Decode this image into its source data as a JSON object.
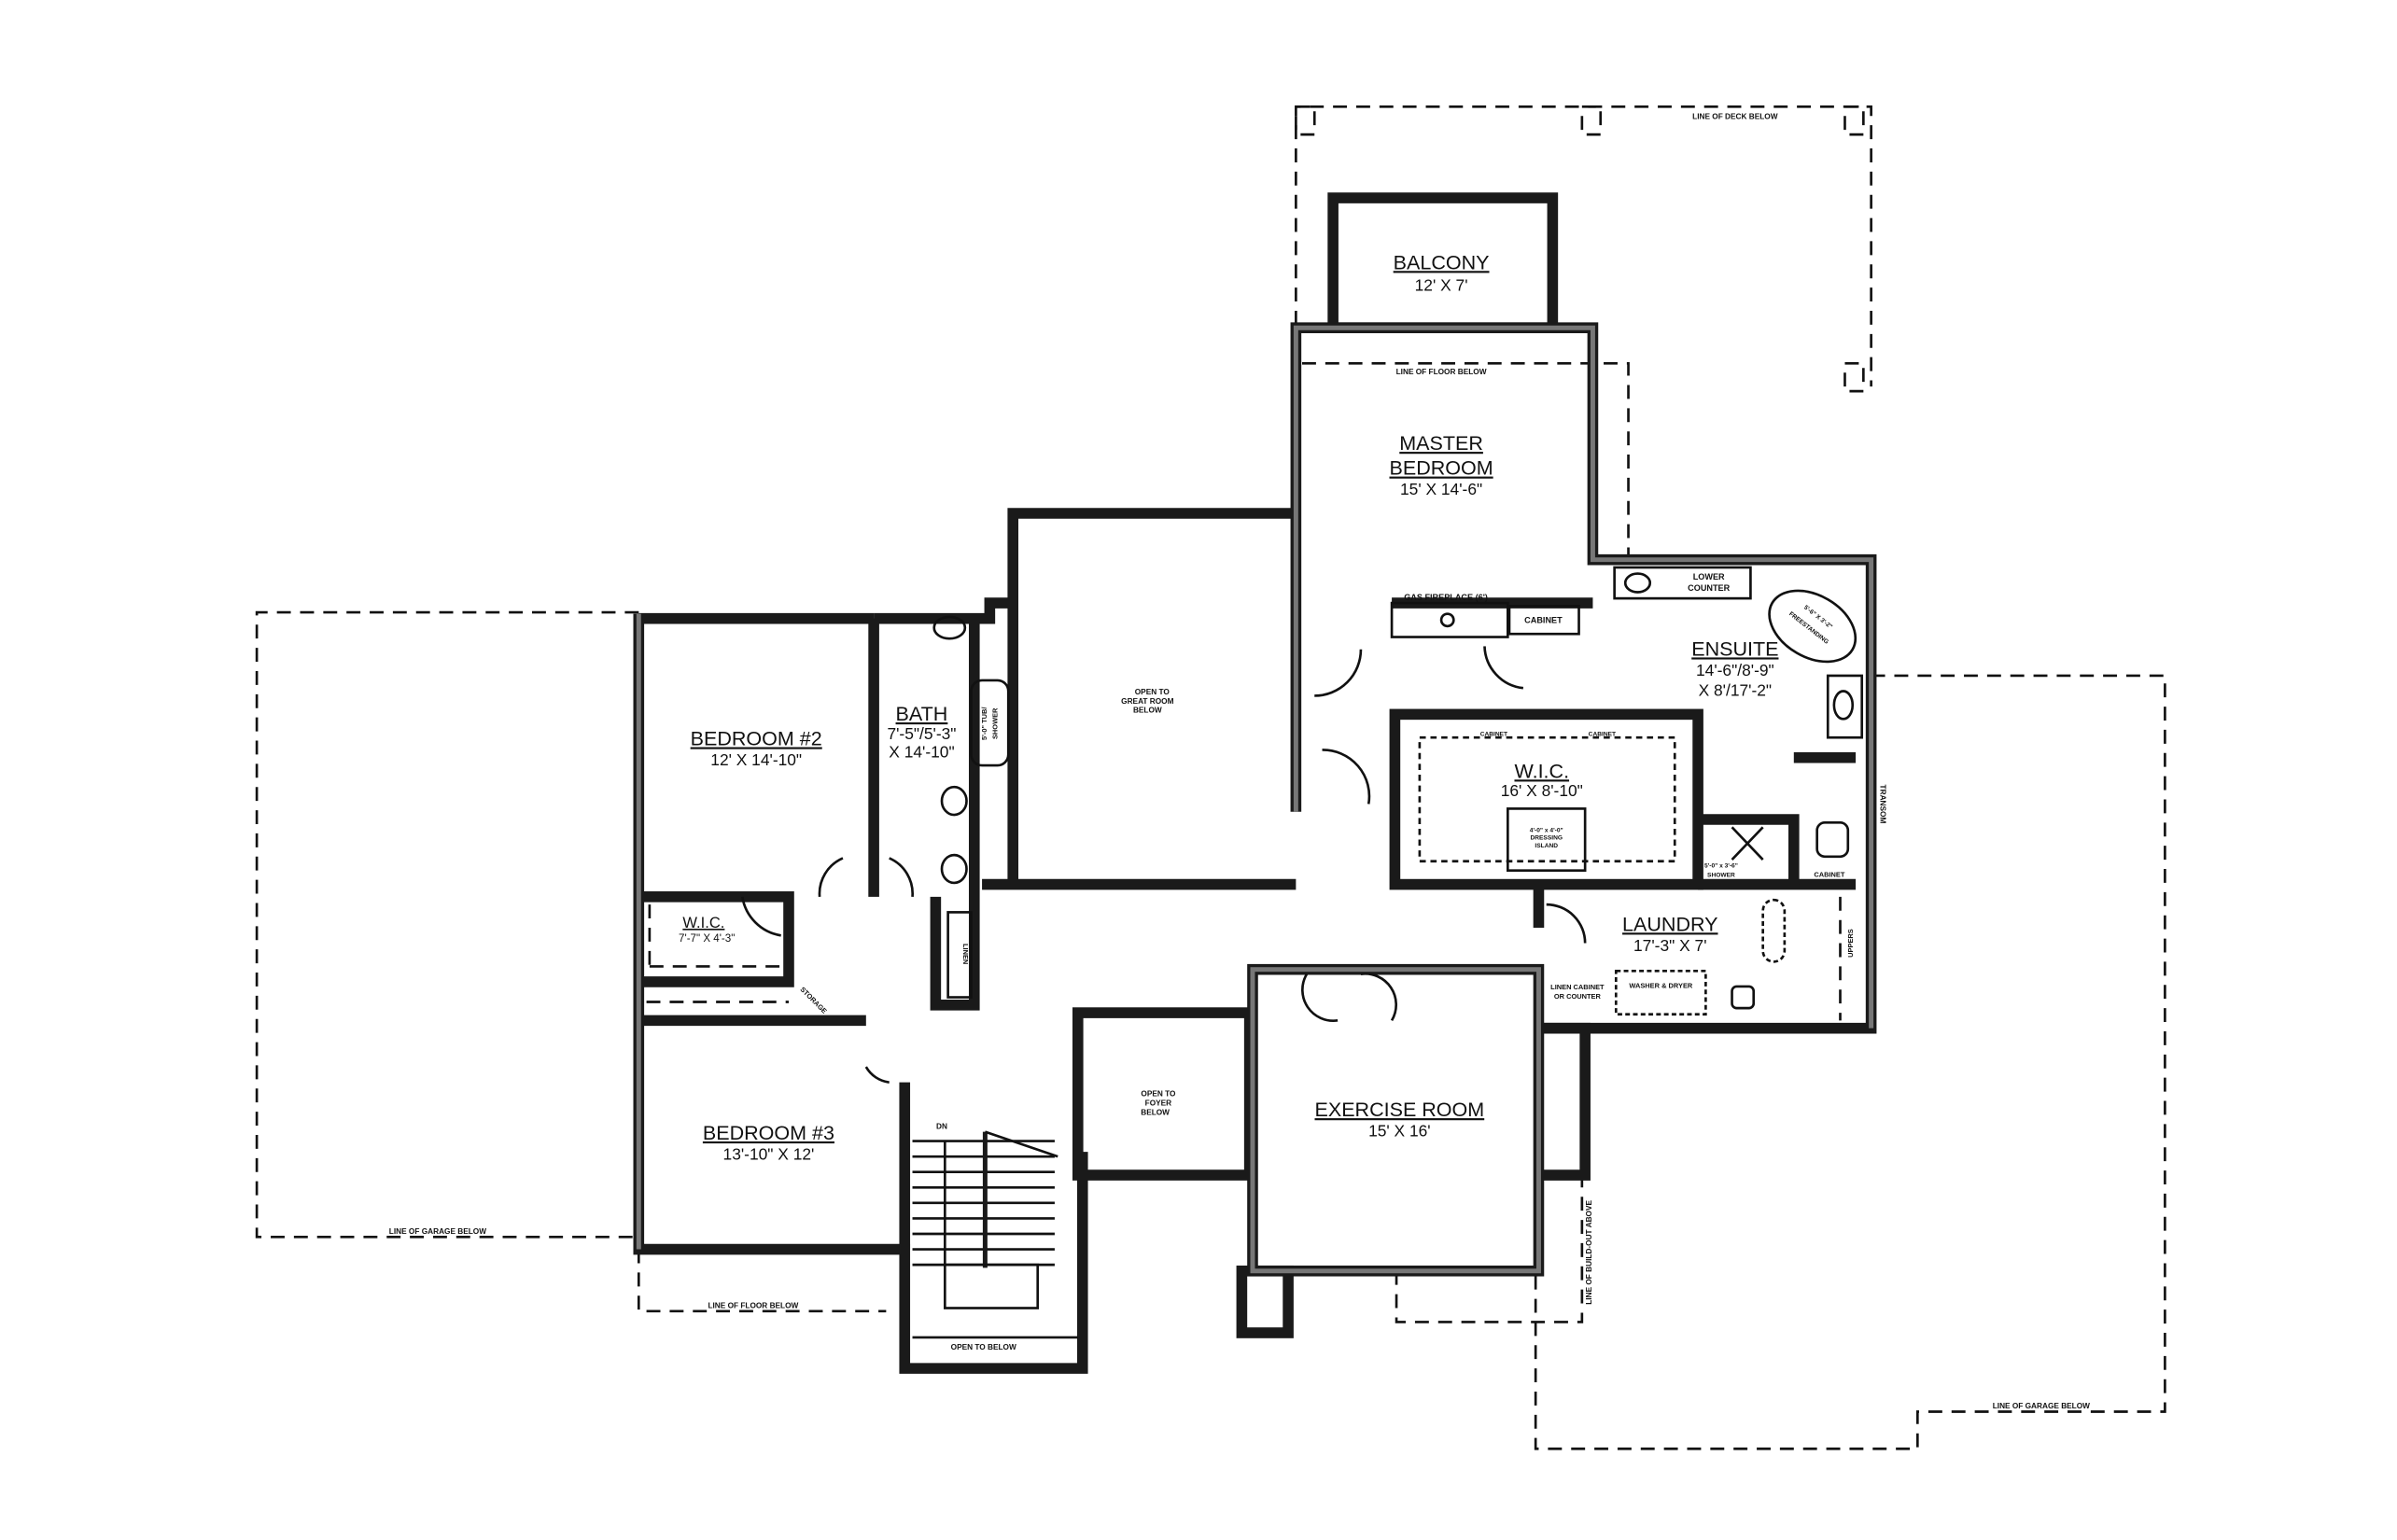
{
  "rooms": {
    "balcony": {
      "name": "BALCONY",
      "dims": "12' X 7'"
    },
    "master": {
      "name1": "MASTER",
      "name2": "BEDROOM",
      "dims": "15' X 14'-6\""
    },
    "ensuite": {
      "name": "ENSUITE",
      "dims1": "14'-6\"/8'-9\"",
      "dims2": "X 8'/17'-2\""
    },
    "wic_master": {
      "name": "W.I.C.",
      "dims": "16' X 8'-10\""
    },
    "laundry": {
      "name": "LAUNDRY",
      "dims": "17'-3\" X 7'"
    },
    "exercise": {
      "name": "EXERCISE ROOM",
      "dims": "15' X 16'"
    },
    "bedroom2": {
      "name": "BEDROOM #2",
      "dims": "12' X 14'-10\""
    },
    "bath": {
      "name": "BATH",
      "dims1": "7'-5\"/5'-3\"",
      "dims2": "X 14'-10\""
    },
    "wic2": {
      "name": "W.I.C.",
      "dims": "7'-7\" X 4'-3\""
    },
    "bedroom3": {
      "name": "BEDROOM #3",
      "dims": "13'-10\" X 12'"
    }
  },
  "notes": {
    "deck": "LINE OF DECK BELOW",
    "floor_top": "LINE OF FLOOR BELOW",
    "floor_bottom": "LINE OF FLOOR BELOW",
    "garage_left": "LINE OF GARAGE BELOW",
    "garage_right": "LINE OF GARAGE BELOW",
    "buildout": "LINE OF BUILD-OUT ABOVE",
    "great_room": [
      "OPEN TO",
      "GREAT ROOM",
      "BELOW"
    ],
    "foyer": [
      "OPEN TO",
      "FOYER",
      "BELOW"
    ],
    "open_below": "OPEN TO BELOW",
    "transom": "TRANSOM",
    "dn": "DN"
  },
  "fixtures": {
    "fireplace": "GAS FIREPLACE (6')",
    "cabinet_master": "CABINET",
    "lower_counter": [
      "LOWER",
      "COUNTER"
    ],
    "tub": [
      "5'-6\" X 3'-2\"",
      "FREESTANDING"
    ],
    "cabinet_wic_left": "CABINET",
    "cabinet_wic_right": "CABINET",
    "island": [
      "4'-0\" x 4'-0\"",
      "DRESSING",
      "ISLAND"
    ],
    "shower": [
      "5'-0\" x 3'-6\"",
      "SHOWER"
    ],
    "cabinet_ensuite": "CABINET",
    "linen_cabinet": [
      "LINEN CABINET",
      "OR COUNTER"
    ],
    "washer_dryer": "WASHER & DRYER",
    "uppers": "UPPERS",
    "tub_shower": [
      "5'-0\" TUB/",
      "SHOWER"
    ],
    "linen": "LINEN",
    "storage": "STORAGE"
  }
}
